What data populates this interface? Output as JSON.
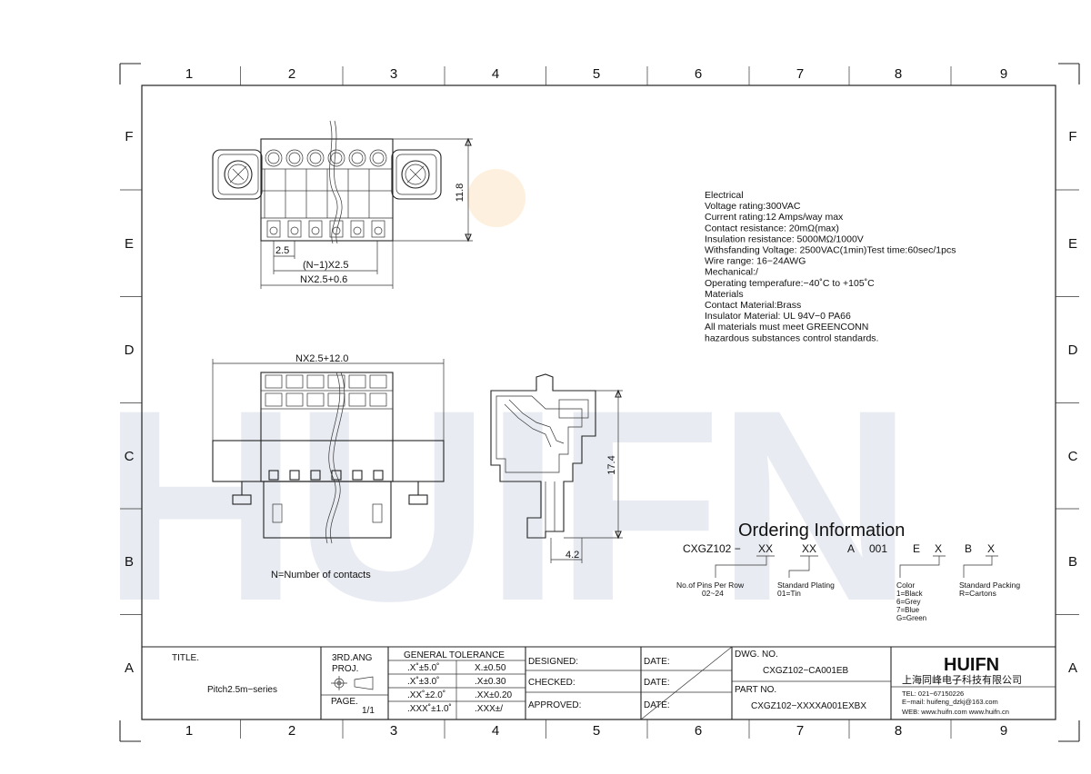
{
  "grid": {
    "columns": [
      "1",
      "2",
      "3",
      "4",
      "5",
      "6",
      "7",
      "8",
      "9"
    ],
    "rows": [
      "F",
      "E",
      "D",
      "C",
      "B",
      "A"
    ]
  },
  "watermark": "HUIFN",
  "dimensions": {
    "height_top": "11.8",
    "pitch": "2.5",
    "n_minus_1": "(N−1)X2.5",
    "nx_06": "NX2.5+0.6",
    "nx_12": "NX2.5+12.0",
    "height_side": "17.4",
    "side_width": "4.2"
  },
  "note": "N=Number of contacts",
  "specs": [
    "Electrical",
    "Voltage rating:300VAC",
    "Current rating:12 Amps/way max",
    "Contact resistance: 20mΩ(max)",
    "Insulation resistance: 5000MΩ/1000V",
    "Withsfanding Voltage: 2500VAC(1min)Test time:60sec/1pcs",
    "Wire range: 16−24AWG",
    "Mechanical:/",
    "Operating temperafure:−40˚C to +105˚C",
    "Materials",
    "Contact Material:Brass",
    "Insulator Material: UL 94V−0 PA66",
    "All materials must meet GREENCONN",
    "hazardous substances control standards."
  ],
  "ordering": {
    "title": "Ordering Information",
    "code_prefix": "CXGZ102 −",
    "code_xx1": "XX",
    "code_xx2": "XX",
    "code_a": "A",
    "code_001": "001",
    "code_e": "E",
    "code_x1": "X",
    "code_b": "B",
    "code_x2": "X",
    "pins_label": "No.of Pins Per Row",
    "pins_range": "02~24",
    "plating_label": "Standard Plating",
    "plating_value": "01=Tin",
    "color_label": "Color",
    "color_values": [
      "1=Black",
      "6=Grey",
      "7=Blue",
      "G=Green"
    ],
    "packing_label": "Standard Packing",
    "packing_value": "R=Cartons"
  },
  "title_block": {
    "title_label": "TITLE.",
    "title_value": "Pitch2.5m−series",
    "proj_label_1": "3RD.ANG",
    "proj_label_2": "PROJ.",
    "page_label": "PAGE.",
    "page_value": "1/1",
    "tolerance_header": "GENERAL TOLERANCE",
    "tolerances": [
      [
        ".X˚±5.0˚",
        "X.±0.50"
      ],
      [
        ".X˚±3.0˚",
        ".X±0.30"
      ],
      [
        ".XX˚±2.0˚",
        ".XX±0.20"
      ],
      [
        ".XXX˚±1.0˚",
        ".XXX±/"
      ]
    ],
    "designed": "DESIGNED:",
    "checked": "CHECKED:",
    "approved": "APPROVED:",
    "date": "DATE:",
    "dwg_label": "DWG. NO.",
    "dwg_value": "CXGZ102−CA001EB",
    "part_label": "PART NO.",
    "part_value": "CXGZ102−XXXXA001EXBX",
    "logo": "HUIFN",
    "company": "上海同峰电子科技有限公司",
    "tel": "TEL: 021−67150226",
    "email": "E−mail: huifeng_dzkj@163.com",
    "web": "WEB: www.huifn.com  www.huifn.cn"
  }
}
